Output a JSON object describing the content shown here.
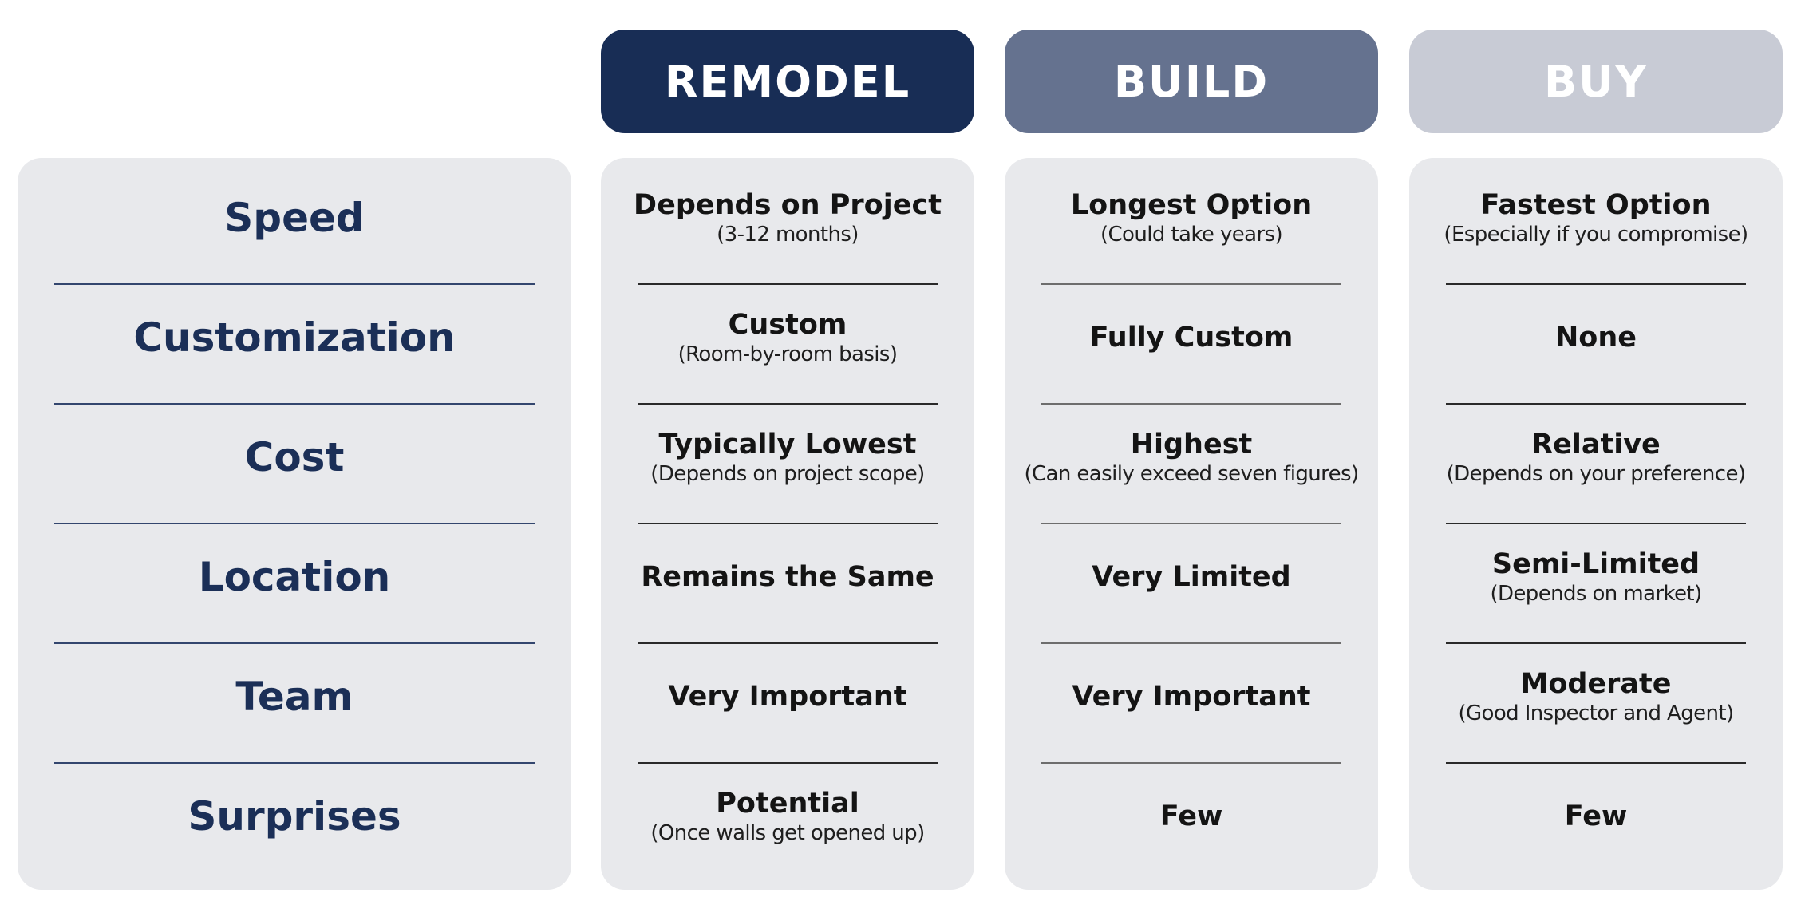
{
  "headers": {
    "remodel": "REMODEL",
    "build": "BUILD",
    "buy": "BUY"
  },
  "colors": {
    "remodel": "#182d55",
    "build": "#65728f",
    "buy": "#c8cbd5",
    "panel": "#e8e9ec",
    "label_text": "#1b2f57"
  },
  "rows": [
    {
      "label": "Speed",
      "remodel": {
        "main": "Depends on Project",
        "sub": "(3-12 months)"
      },
      "build": {
        "main": "Longest Option",
        "sub": "(Could take years)"
      },
      "buy": {
        "main": "Fastest Option",
        "sub": "(Especially if you compromise)"
      }
    },
    {
      "label": "Customization",
      "remodel": {
        "main": "Custom",
        "sub": "(Room-by-room basis)"
      },
      "build": {
        "main": "Fully Custom",
        "sub": ""
      },
      "buy": {
        "main": "None",
        "sub": ""
      }
    },
    {
      "label": "Cost",
      "remodel": {
        "main": "Typically Lowest",
        "sub": "(Depends on project scope)"
      },
      "build": {
        "main": "Highest",
        "sub": "(Can easily exceed seven figures)"
      },
      "buy": {
        "main": "Relative",
        "sub": "(Depends on your preference)"
      }
    },
    {
      "label": "Location",
      "remodel": {
        "main": "Remains the Same",
        "sub": ""
      },
      "build": {
        "main": "Very Limited",
        "sub": ""
      },
      "buy": {
        "main": "Semi-Limited",
        "sub": "(Depends on market)"
      }
    },
    {
      "label": "Team",
      "remodel": {
        "main": "Very Important",
        "sub": ""
      },
      "build": {
        "main": "Very Important",
        "sub": ""
      },
      "buy": {
        "main": "Moderate",
        "sub": "(Good Inspector and Agent)"
      }
    },
    {
      "label": "Surprises",
      "remodel": {
        "main": "Potential",
        "sub": "(Once walls get opened up)"
      },
      "build": {
        "main": "Few",
        "sub": ""
      },
      "buy": {
        "main": "Few",
        "sub": ""
      }
    }
  ]
}
